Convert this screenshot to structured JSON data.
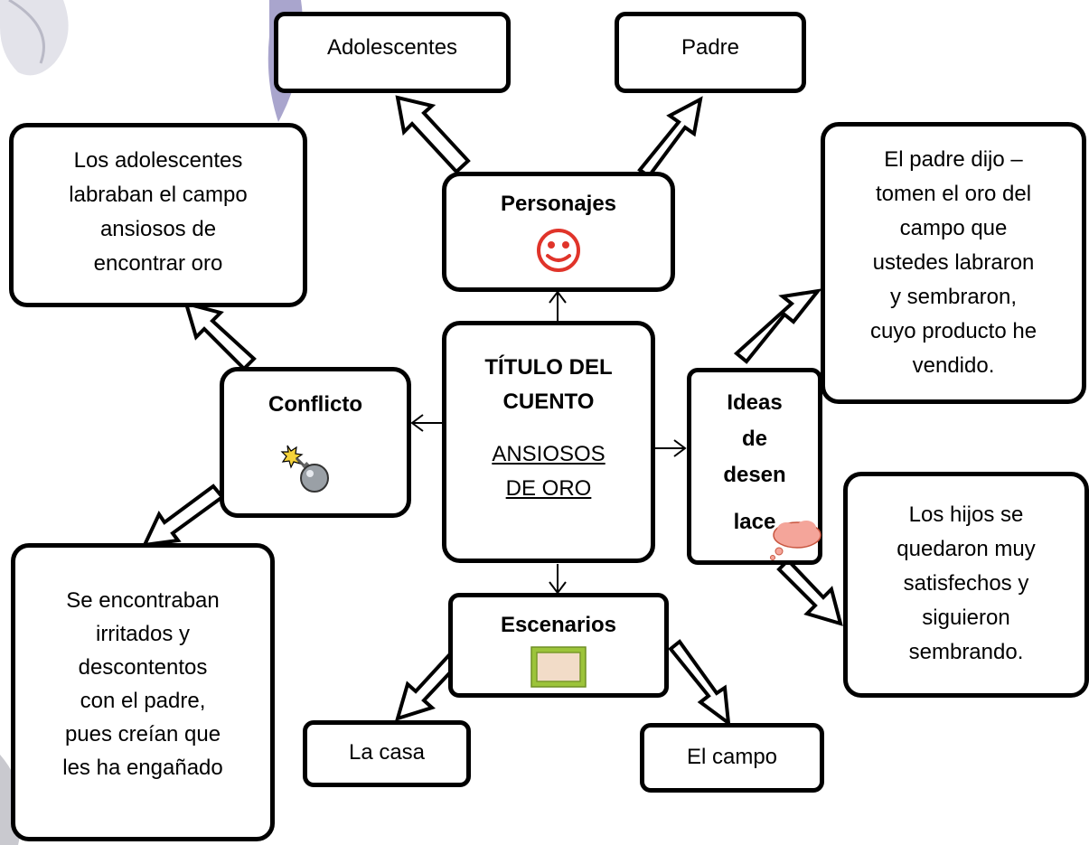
{
  "center": {
    "title": "TÍTULO DEL CUENTO",
    "title_line1": "TÍTULO DEL",
    "title_line2": "CUENTO",
    "name_line1": "ANSIOSOS",
    "name_line2": "DE ORO"
  },
  "personajes": {
    "label": "Personajes",
    "icon": "smiley-icon",
    "items": [
      "Adolescentes",
      "Padre"
    ]
  },
  "conflicto": {
    "label": "Conflicto",
    "icon": "bomb-icon",
    "top_lines": [
      "Los adolescentes",
      "labraban el campo",
      "ansiosos de",
      "encontrar oro"
    ],
    "bottom_lines": [
      "Se encontraban",
      "irritados y",
      "descontentos",
      "con el padre,",
      "pues creían que",
      "les ha engañado"
    ]
  },
  "desenlace": {
    "label_lines": [
      "Ideas",
      "de",
      "desen",
      "lace"
    ],
    "icon": "thought-cloud-icon",
    "top_lines": [
      "El padre dijo –",
      "tomen el oro del",
      "campo que",
      "ustedes labraron",
      "y sembraron,",
      "cuyo producto he",
      "vendido."
    ],
    "bottom_lines": [
      "Los hijos se",
      "quedaron muy",
      "satisfechos y",
      "siguieron",
      "sembrando."
    ]
  },
  "escenarios": {
    "label": "Escenarios",
    "icon": "picture-frame-icon",
    "items": [
      "La casa",
      "El campo"
    ]
  },
  "colors": {
    "border": "#000000",
    "smiley": "#e0342a",
    "frame_outer": "#9cc43a",
    "frame_inner": "#f2dcc8",
    "cloud": "#f4a59a"
  }
}
